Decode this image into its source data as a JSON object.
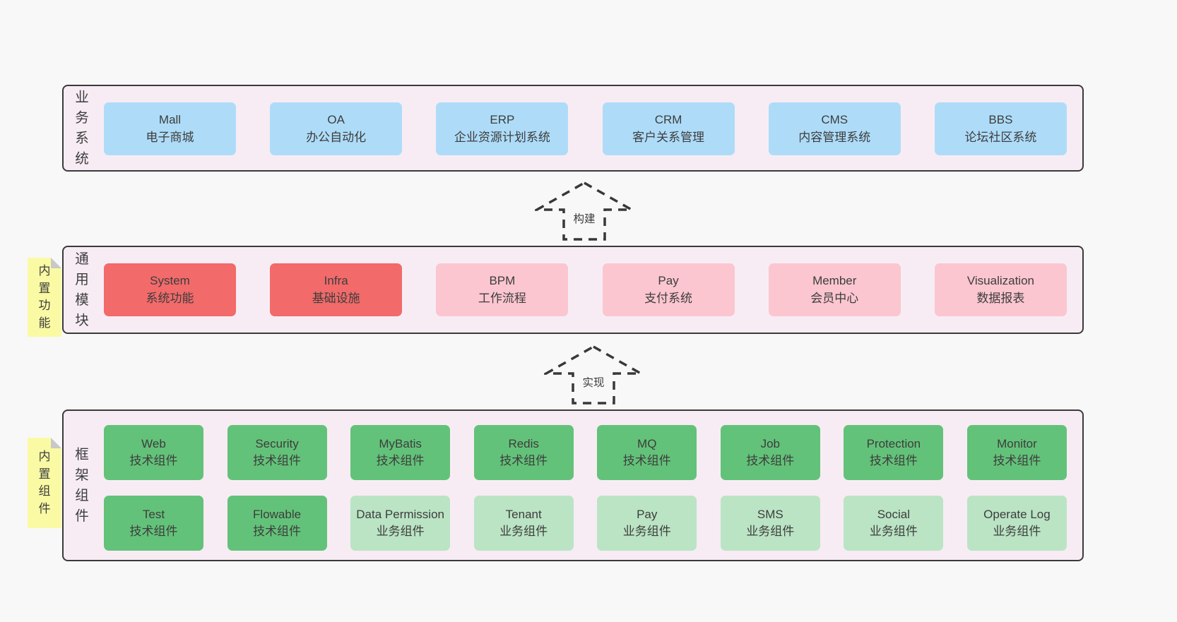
{
  "page": {
    "background": "#f8f8f8",
    "text_color": "#3d3d3d"
  },
  "colors": {
    "layer_fill": "#f7ecf4",
    "layer_border": "#3a3a3a",
    "blue_box": "#aedcf8",
    "red_box": "#f26a6a",
    "pink_box": "#fbc6d0",
    "green_box": "#63c279",
    "light_green_box": "#bae4c4",
    "sticky_note": "#fafaa4",
    "sticky_fold": "#c8c8c8"
  },
  "arrows": [
    {
      "label": "构建"
    },
    {
      "label": "实现"
    }
  ],
  "layers": {
    "business": {
      "label": "业务系统",
      "items": [
        {
          "title": "Mall",
          "subtitle": "电子商城"
        },
        {
          "title": "OA",
          "subtitle": "办公自动化"
        },
        {
          "title": "ERP",
          "subtitle": "企业资源计划系统"
        },
        {
          "title": "CRM",
          "subtitle": "客户关系管理"
        },
        {
          "title": "CMS",
          "subtitle": "内容管理系统"
        },
        {
          "title": "BBS",
          "subtitle": "论坛社区系统"
        }
      ]
    },
    "modules": {
      "label": "通用模块",
      "note": "内置功能",
      "items": [
        {
          "title": "System",
          "subtitle": "系统功能",
          "variant": "red"
        },
        {
          "title": "Infra",
          "subtitle": "基础设施",
          "variant": "red"
        },
        {
          "title": "BPM",
          "subtitle": "工作流程",
          "variant": "pink"
        },
        {
          "title": "Pay",
          "subtitle": "支付系统",
          "variant": "pink"
        },
        {
          "title": "Member",
          "subtitle": "会员中心",
          "variant": "pink"
        },
        {
          "title": "Visualization",
          "subtitle": "数据报表",
          "variant": "pink"
        }
      ]
    },
    "components": {
      "label": "框架组件",
      "note": "内置组件",
      "rows": [
        [
          {
            "title": "Web",
            "subtitle": "技术组件",
            "variant": "green"
          },
          {
            "title": "Security",
            "subtitle": "技术组件",
            "variant": "green"
          },
          {
            "title": "MyBatis",
            "subtitle": "技术组件",
            "variant": "green"
          },
          {
            "title": "Redis",
            "subtitle": "技术组件",
            "variant": "green"
          },
          {
            "title": "MQ",
            "subtitle": "技术组件",
            "variant": "green"
          },
          {
            "title": "Job",
            "subtitle": "技术组件",
            "variant": "green"
          },
          {
            "title": "Protection",
            "subtitle": "技术组件",
            "variant": "green"
          },
          {
            "title": "Monitor",
            "subtitle": "技术组件",
            "variant": "green"
          }
        ],
        [
          {
            "title": "Test",
            "subtitle": "技术组件",
            "variant": "green"
          },
          {
            "title": "Flowable",
            "subtitle": "技术组件",
            "variant": "green"
          },
          {
            "title": "Data Permission",
            "subtitle": "业务组件",
            "variant": "light-green"
          },
          {
            "title": "Tenant",
            "subtitle": "业务组件",
            "variant": "light-green"
          },
          {
            "title": "Pay",
            "subtitle": "业务组件",
            "variant": "light-green"
          },
          {
            "title": "SMS",
            "subtitle": "业务组件",
            "variant": "light-green"
          },
          {
            "title": "Social",
            "subtitle": "业务组件",
            "variant": "light-green"
          },
          {
            "title": "Operate Log",
            "subtitle": "业务组件",
            "variant": "light-green"
          }
        ]
      ]
    }
  }
}
